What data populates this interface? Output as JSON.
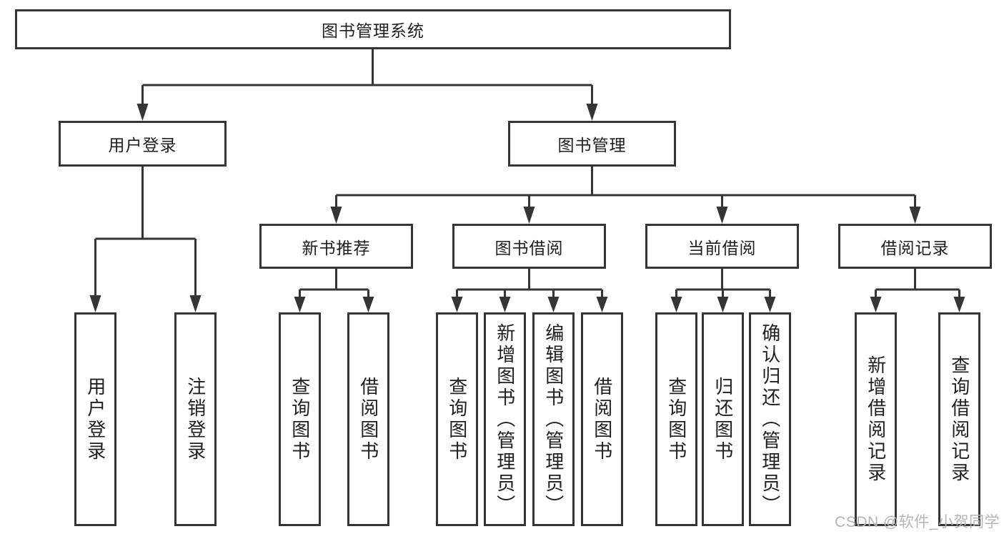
{
  "diagram": {
    "root": {
      "label": "图书管理系统",
      "children": [
        {
          "label": "用户登录",
          "children": [
            {
              "label": "用户登录"
            },
            {
              "label": "注销登录"
            }
          ]
        },
        {
          "label": "图书管理",
          "children": [
            {
              "label": "新书推荐",
              "children": [
                {
                  "label": "查询图书"
                },
                {
                  "label": "借阅图书"
                }
              ]
            },
            {
              "label": "图书借阅",
              "children": [
                {
                  "label": "查询图书"
                },
                {
                  "label": "新增图书（管理员）"
                },
                {
                  "label": "编辑图书（管理员）"
                },
                {
                  "label": "借阅图书"
                }
              ]
            },
            {
              "label": "当前借阅",
              "children": [
                {
                  "label": "查询图书"
                },
                {
                  "label": "归还图书"
                },
                {
                  "label": "确认归还（管理员）"
                }
              ]
            },
            {
              "label": "借阅记录",
              "children": [
                {
                  "label": "新增借阅记录"
                },
                {
                  "label": "查询借阅记录"
                }
              ]
            }
          ]
        }
      ]
    }
  },
  "watermark": "CSDN @软件_小贺同学",
  "colors": {
    "line": "#353535",
    "text": "#1f1f1f",
    "watermark": "#b5b5b5",
    "background": "#ffffff"
  }
}
